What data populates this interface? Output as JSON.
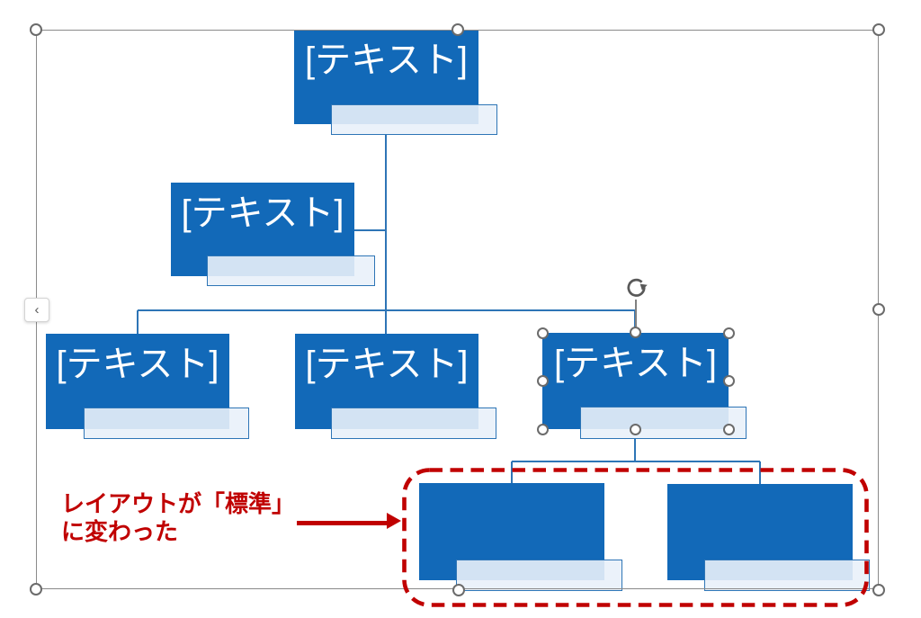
{
  "smartart": {
    "placeholder": "[テキスト]",
    "nodes": [
      {
        "id": "root",
        "label": "[テキスト]"
      },
      {
        "id": "assistant",
        "label": "[テキスト]"
      },
      {
        "id": "child-1",
        "label": "[テキスト]"
      },
      {
        "id": "child-2",
        "label": "[テキスト]"
      },
      {
        "id": "child-3",
        "label": "[テキスト]",
        "selected": true
      },
      {
        "id": "grandchild-1",
        "label": ""
      },
      {
        "id": "grandchild-2",
        "label": ""
      }
    ],
    "colors": {
      "node_fill": "#1269B8",
      "node_text": "#FFFFFF",
      "connector": "#2E75B6",
      "subshape_border": "#2E75B6",
      "frame": "#8A8A8A",
      "handle": "#6B6B6B"
    }
  },
  "annotation": {
    "line1": "レイアウトが「標準」",
    "line2": "に変わった",
    "color": "#C00000"
  },
  "icons": {
    "collapse_chevron": "‹",
    "rotate": "rotate-clockwise-icon"
  }
}
